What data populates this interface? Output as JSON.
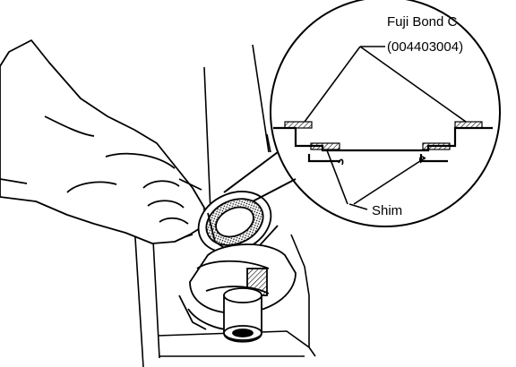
{
  "labels": {
    "product": "Fuji Bond C",
    "part_number": "(004403004)",
    "shim": "Shim"
  },
  "colors": {
    "ink": "#000000",
    "paper": "#ffffff"
  }
}
